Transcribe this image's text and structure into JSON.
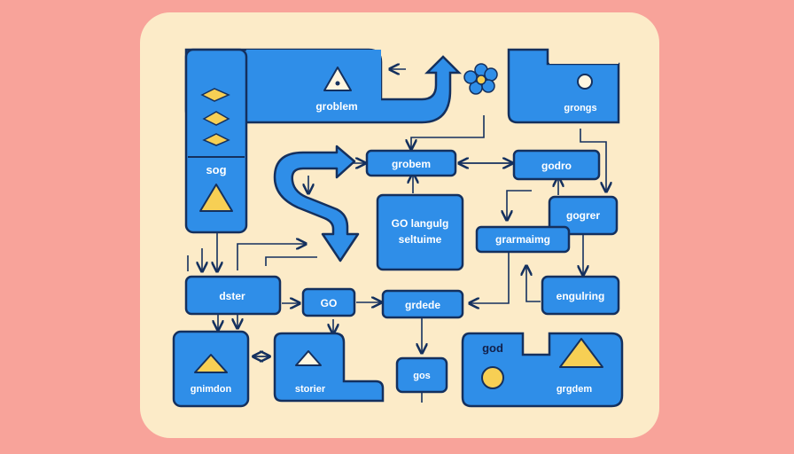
{
  "labels": {
    "groblem_top": "groblem",
    "grongs": "grongs",
    "sog": "sog",
    "grobem": "grobem",
    "godro": "godro",
    "go_langulg_line1": "GO langulg",
    "go_langulg_line2": "seltuime",
    "gogrer": "gogrer",
    "grarmaimg": "grarmaimg",
    "dster": "dster",
    "go_small": "GO",
    "grdede": "grdede",
    "engulring": "engulring",
    "gnimdon": "gnimdon",
    "storier": "storier",
    "gos": "gos",
    "god": "god",
    "grgdem": "grgdem"
  },
  "icons": [
    "triangle-icon",
    "flower-icon",
    "sun-icon",
    "diamond-icon",
    "mushroom-icon",
    "cheese-triangle-icon"
  ],
  "colors": {
    "background": "#f8a39a",
    "panel": "#fcebc8",
    "box": "#2f8ee8",
    "box_border": "#14305e",
    "label_bg": "#ffffff",
    "accent": "#f7cf54"
  }
}
